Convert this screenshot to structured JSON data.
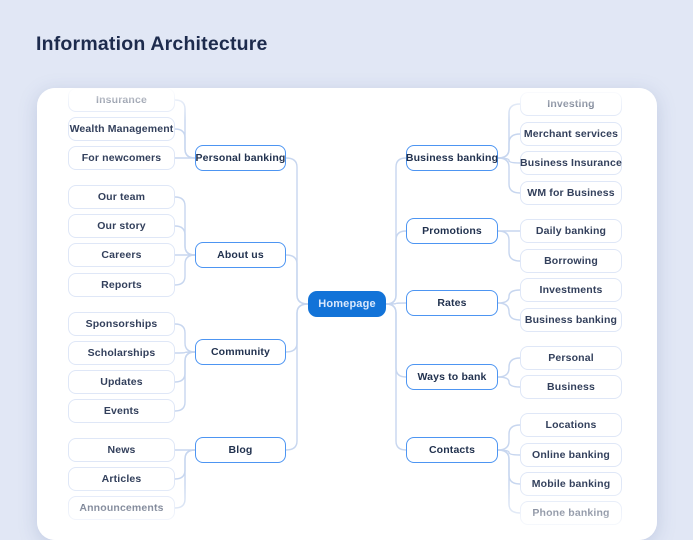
{
  "header": {
    "title": "Information Architecture"
  },
  "diagram": {
    "root": {
      "label": "Homepage"
    },
    "left": [
      {
        "label": "Personal banking",
        "children": [
          "Insurance",
          "Wealth Management",
          "For newcomers"
        ]
      },
      {
        "label": "About us",
        "children": [
          "Our team",
          "Our story",
          "Careers",
          "Reports"
        ]
      },
      {
        "label": "Community",
        "children": [
          "Sponsorships",
          "Scholarships",
          "Updates",
          "Events"
        ]
      },
      {
        "label": "Blog",
        "children": [
          "News",
          "Articles",
          "Announcements"
        ]
      }
    ],
    "right": [
      {
        "label": "Business banking",
        "children": [
          "Investing",
          "Merchant services",
          "Business Insurance",
          "WM for Business"
        ]
      },
      {
        "label": "Promotions",
        "children": [
          "Daily banking",
          "Borrowing"
        ]
      },
      {
        "label": "Rates",
        "children": [
          "Investments",
          "Business banking"
        ]
      },
      {
        "label": "Ways to bank",
        "children": [
          "Personal",
          "Business"
        ]
      },
      {
        "label": "Contacts",
        "children": [
          "Locations",
          "Online banking",
          "Mobile banking",
          "Phone banking"
        ]
      }
    ],
    "colors": {
      "page_bg": "#e1e7f5",
      "panel_bg": "#ffffff",
      "title": "#1d2b4d",
      "node_text": "#33405c",
      "leaf_border": "#dfe7f7",
      "parent_border": "#4d95f2",
      "root_fill": "#1273d8",
      "root_text": "#d9e8fc",
      "edge": "#c7d6ef"
    }
  }
}
